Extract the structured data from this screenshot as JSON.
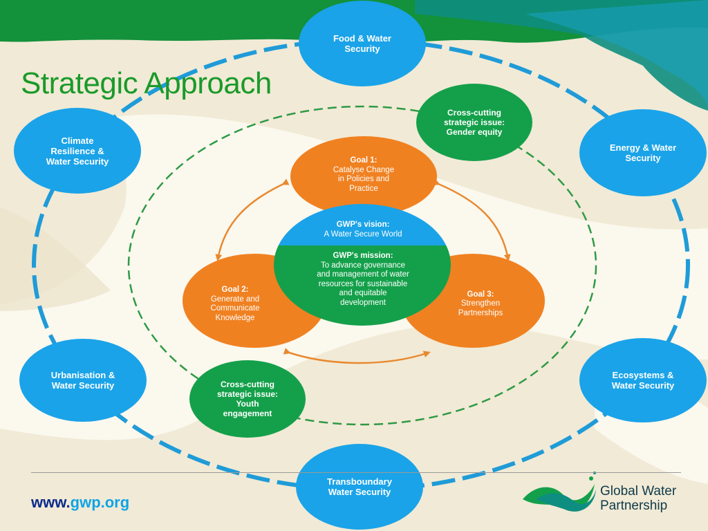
{
  "title": "Strategic Approach",
  "colors": {
    "blue": "#1aa3e8",
    "green": "#14a04a",
    "orange": "#f08121",
    "title_green": "#1a9a2a",
    "dash_blue": "#1f9bd8",
    "dash_green": "#2e9a45"
  },
  "outer_ring": [
    {
      "id": "food",
      "line1": "Food & Water",
      "line2": "Security"
    },
    {
      "id": "energy",
      "line1": "Energy & Water",
      "line2": "Security"
    },
    {
      "id": "ecosystems",
      "line1": "Ecosystems &",
      "line2": "Water Security"
    },
    {
      "id": "transboundary",
      "line1": "Transboundary",
      "line2": "Water Security"
    },
    {
      "id": "urbanisation",
      "line1": "Urbanisation &",
      "line2": "Water Security"
    },
    {
      "id": "climate",
      "line1": "Climate",
      "line2": "Resilience &",
      "line3": "Water Security"
    }
  ],
  "cross_cutting": [
    {
      "id": "gender",
      "line1": "Cross-cutting",
      "line2": "strategic issue:",
      "line3": "Gender equity"
    },
    {
      "id": "youth",
      "line1": "Cross-cutting",
      "line2": "strategic issue:",
      "line3": "Youth",
      "line4": "engagement"
    }
  ],
  "goals": [
    {
      "id": "goal1",
      "title": "Goal 1:",
      "line1": "Catalyse Change",
      "line2": "in Policies and",
      "line3": "Practice"
    },
    {
      "id": "goal2",
      "title": "Goal 2:",
      "line1": "Generate and",
      "line2": "Communicate",
      "line3": "Knowledge"
    },
    {
      "id": "goal3",
      "title": "Goal 3:",
      "line1": "Strengthen",
      "line2": "Partnerships"
    }
  ],
  "center": {
    "vision_title": "GWP's vision:",
    "vision_text": "A Water Secure World",
    "mission_title": "GWP's mission:",
    "mission_line1": "To advance governance",
    "mission_line2": "and management of water",
    "mission_line3": "resources for sustainable",
    "mission_line4": "and equitable",
    "mission_line5": "development"
  },
  "footer": {
    "url_prefix": "www.",
    "url_domain": "gwp.org",
    "logo_line1": "Global Water",
    "logo_line2": "Partnership"
  }
}
